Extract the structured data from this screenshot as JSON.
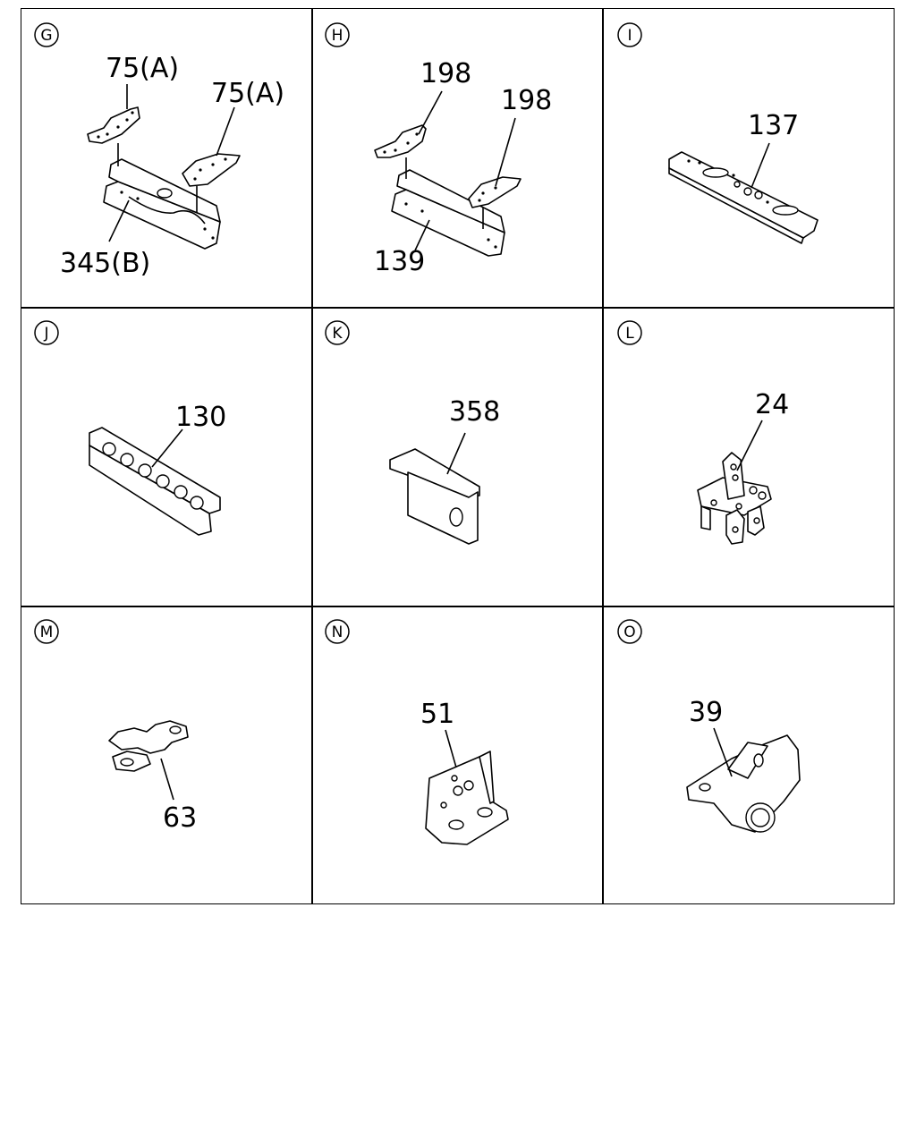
{
  "panels": [
    {
      "id": "G",
      "labels": [
        "75(A)",
        "75(A)",
        "345(B)"
      ]
    },
    {
      "id": "H",
      "labels": [
        "198",
        "198",
        "139"
      ]
    },
    {
      "id": "I",
      "labels": [
        "137"
      ]
    },
    {
      "id": "J",
      "labels": [
        "130"
      ]
    },
    {
      "id": "K",
      "labels": [
        "358"
      ]
    },
    {
      "id": "L",
      "labels": [
        "24"
      ]
    },
    {
      "id": "M",
      "labels": [
        "63"
      ]
    },
    {
      "id": "N",
      "labels": [
        "51"
      ]
    },
    {
      "id": "O",
      "labels": [
        "39"
      ]
    }
  ],
  "colors": {
    "line": "#000000",
    "background": "#ffffff"
  }
}
